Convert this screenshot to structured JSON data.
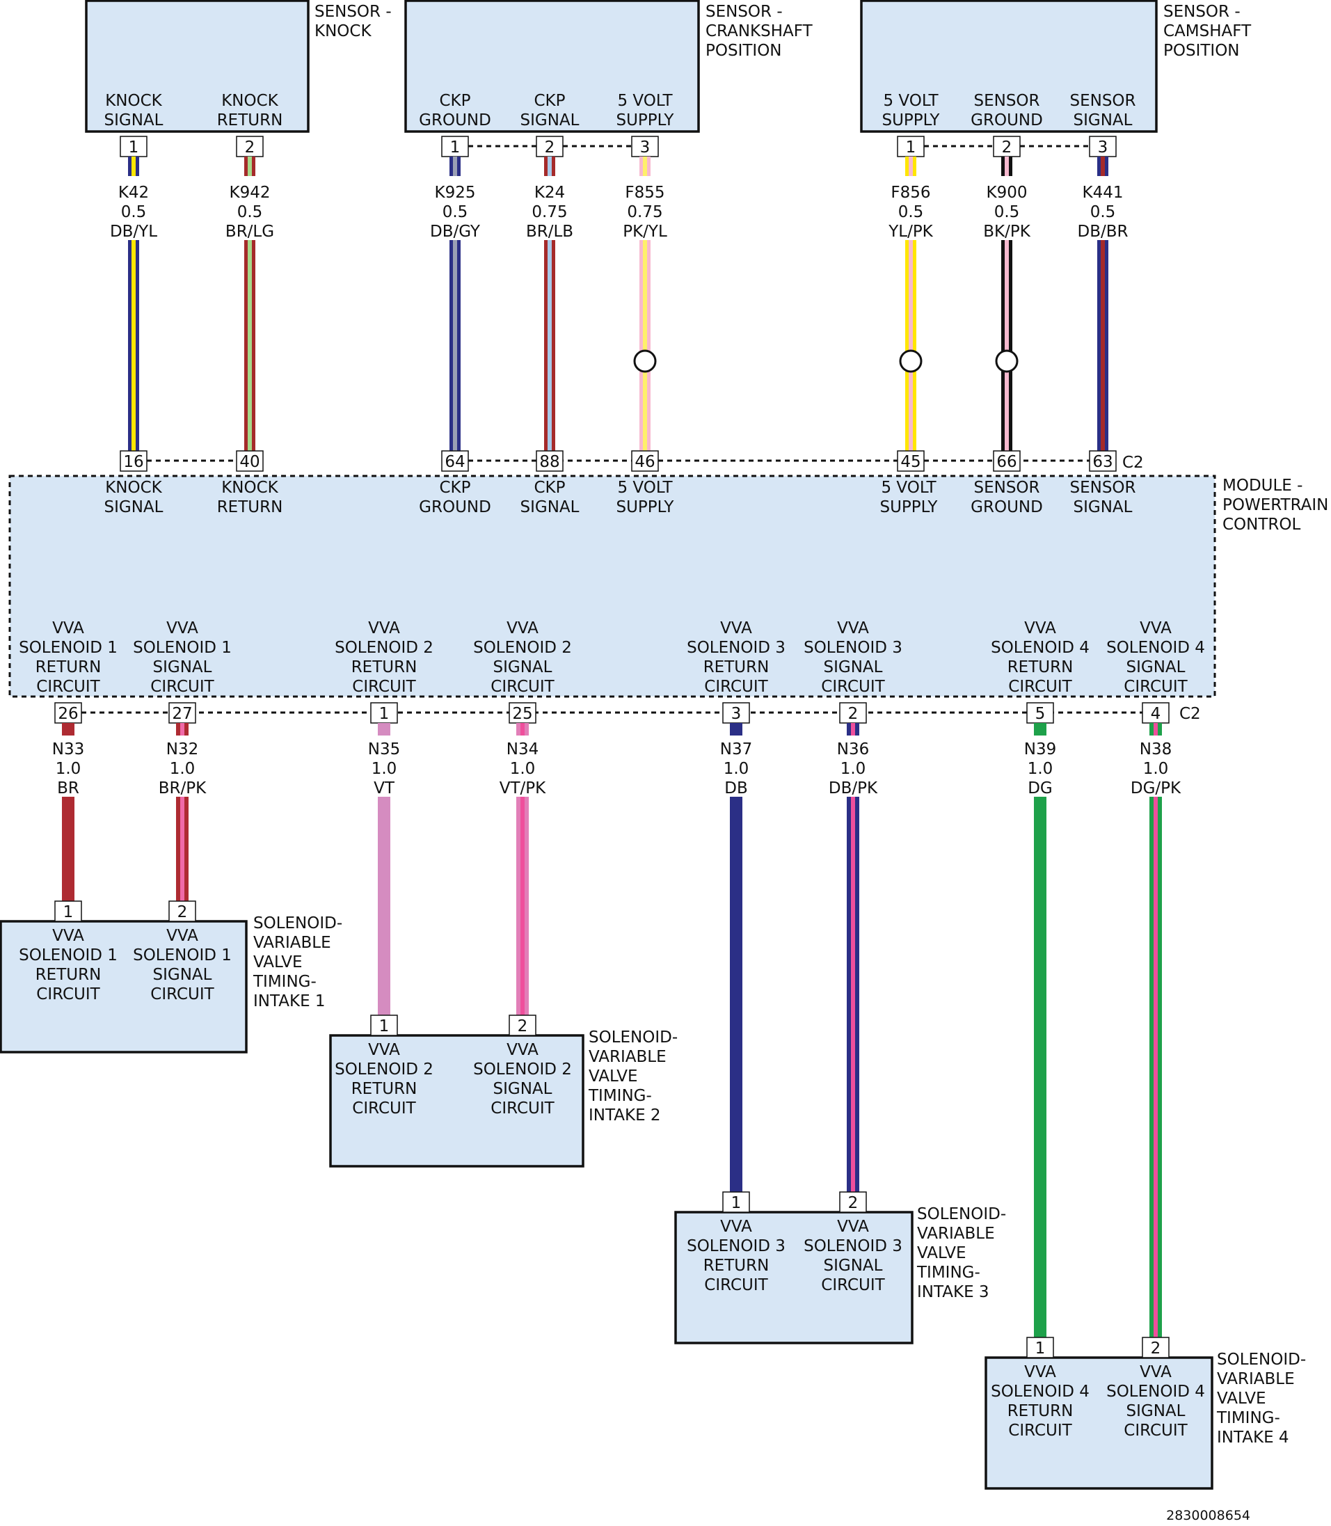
{
  "components": {
    "knock_sensor": {
      "name": [
        "SENSOR -",
        "KNOCK"
      ],
      "pins": [
        [
          "KNOCK",
          "SIGNAL"
        ],
        [
          "KNOCK",
          "RETURN"
        ]
      ]
    },
    "ckp_sensor": {
      "name": [
        "SENSOR -",
        "CRANKSHAFT",
        "POSITION"
      ],
      "pins": [
        [
          "CKP",
          "GROUND"
        ],
        [
          "CKP",
          "SIGNAL"
        ],
        [
          "5 VOLT",
          "SUPPLY"
        ]
      ]
    },
    "cmp_sensor": {
      "name": [
        "SENSOR -",
        "CAMSHAFT",
        "POSITION"
      ],
      "pins": [
        [
          "5 VOLT",
          "SUPPLY"
        ],
        [
          "SENSOR",
          "GROUND"
        ],
        [
          "SENSOR",
          "SIGNAL"
        ]
      ]
    },
    "pcm": {
      "name": [
        "MODULE -",
        "POWERTRAIN",
        "CONTROL"
      ],
      "top_connector": "C2",
      "bottom_connector": "C2",
      "top_pins": [
        [
          "KNOCK",
          "SIGNAL"
        ],
        [
          "KNOCK",
          "RETURN"
        ],
        [
          "CKP",
          "GROUND"
        ],
        [
          "CKP",
          "SIGNAL"
        ],
        [
          "5 VOLT",
          "SUPPLY"
        ],
        [
          "5 VOLT",
          "SUPPLY"
        ],
        [
          "SENSOR",
          "GROUND"
        ],
        [
          "SENSOR",
          "SIGNAL"
        ]
      ],
      "bottom_pins": [
        [
          "VVA",
          "SOLENOID 1",
          "RETURN",
          "CIRCUIT"
        ],
        [
          "VVA",
          "SOLENOID 1",
          "SIGNAL",
          "CIRCUIT"
        ],
        [
          "VVA",
          "SOLENOID 2",
          "RETURN",
          "CIRCUIT"
        ],
        [
          "VVA",
          "SOLENOID 2",
          "SIGNAL",
          "CIRCUIT"
        ],
        [
          "VVA",
          "SOLENOID 3",
          "RETURN",
          "CIRCUIT"
        ],
        [
          "VVA",
          "SOLENOID 3",
          "SIGNAL",
          "CIRCUIT"
        ],
        [
          "VVA",
          "SOLENOID 4",
          "RETURN",
          "CIRCUIT"
        ],
        [
          "VVA",
          "SOLENOID 4",
          "SIGNAL",
          "CIRCUIT"
        ]
      ]
    },
    "solenoids": [
      {
        "name": [
          "SOLENOID-",
          "VARIABLE",
          "VALVE",
          "TIMING-",
          "INTAKE 1"
        ],
        "pins": [
          [
            "VVA",
            "SOLENOID 1",
            "RETURN",
            "CIRCUIT"
          ],
          [
            "VVA",
            "SOLENOID 1",
            "SIGNAL",
            "CIRCUIT"
          ]
        ]
      },
      {
        "name": [
          "SOLENOID-",
          "VARIABLE",
          "VALVE",
          "TIMING-",
          "INTAKE 2"
        ],
        "pins": [
          [
            "VVA",
            "SOLENOID 2",
            "RETURN",
            "CIRCUIT"
          ],
          [
            "VVA",
            "SOLENOID 2",
            "SIGNAL",
            "CIRCUIT"
          ]
        ]
      },
      {
        "name": [
          "SOLENOID-",
          "VARIABLE",
          "VALVE",
          "TIMING-",
          "INTAKE 3"
        ],
        "pins": [
          [
            "VVA",
            "SOLENOID 3",
            "RETURN",
            "CIRCUIT"
          ],
          [
            "VVA",
            "SOLENOID 3",
            "SIGNAL",
            "CIRCUIT"
          ]
        ]
      },
      {
        "name": [
          "SOLENOID-",
          "VARIABLE",
          "VALVE",
          "TIMING-",
          "INTAKE 4"
        ],
        "pins": [
          [
            "VVA",
            "SOLENOID 4",
            "RETURN",
            "CIRCUIT"
          ],
          [
            "VVA",
            "SOLENOID 4",
            "SIGNAL",
            "CIRCUIT"
          ]
        ]
      }
    ]
  },
  "upper_wires": [
    {
      "circuit": "K42",
      "gauge": "0.5",
      "color_code": "DB/YL",
      "sensor_pin": "1",
      "pcm_pin": "16",
      "base_color": "#2b2f86",
      "stripe_color": "#ffe600",
      "splice": false
    },
    {
      "circuit": "K942",
      "gauge": "0.5",
      "color_code": "BR/LG",
      "sensor_pin": "2",
      "pcm_pin": "40",
      "base_color": "#a52a2a",
      "stripe_color": "#a8d88a",
      "splice": false
    },
    {
      "circuit": "K925",
      "gauge": "0.5",
      "color_code": "DB/GY",
      "sensor_pin": "1",
      "pcm_pin": "64",
      "base_color": "#2b2f86",
      "stripe_color": "#9a9fb5",
      "splice": false
    },
    {
      "circuit": "K24",
      "gauge": "0.75",
      "color_code": "BR/LB",
      "sensor_pin": "2",
      "pcm_pin": "88",
      "base_color": "#a52a2a",
      "stripe_color": "#a9c9e8",
      "splice": false
    },
    {
      "circuit": "F855",
      "gauge": "0.75",
      "color_code": "PK/YL",
      "sensor_pin": "3",
      "pcm_pin": "46",
      "base_color": "#f7b9cf",
      "stripe_color": "#fff06a",
      "splice": true
    },
    {
      "circuit": "F856",
      "gauge": "0.5",
      "color_code": "YL/PK",
      "sensor_pin": "1",
      "pcm_pin": "45",
      "base_color": "#ffe600",
      "stripe_color": "#f7b9cf",
      "splice": true
    },
    {
      "circuit": "K900",
      "gauge": "0.5",
      "color_code": "BK/PK",
      "sensor_pin": "2",
      "pcm_pin": "66",
      "base_color": "#111111",
      "stripe_color": "#f7b9cf",
      "splice": true
    },
    {
      "circuit": "K441",
      "gauge": "0.5",
      "color_code": "DB/BR",
      "sensor_pin": "3",
      "pcm_pin": "63",
      "base_color": "#2b2f86",
      "stripe_color": "#a52a2a",
      "splice": false
    }
  ],
  "lower_wires": [
    {
      "circuit": "N33",
      "gauge": "1.0",
      "color_code": "BR",
      "pcm_pin": "26",
      "solenoid_pin": "1",
      "base_color": "#ae2b32",
      "stripe_color": ""
    },
    {
      "circuit": "N32",
      "gauge": "1.0",
      "color_code": "BR/PK",
      "pcm_pin": "27",
      "solenoid_pin": "2",
      "base_color": "#ae2b32",
      "stripe_color": "#f06aa8"
    },
    {
      "circuit": "N35",
      "gauge": "1.0",
      "color_code": "VT",
      "pcm_pin": "1",
      "solenoid_pin": "1",
      "base_color": "#d58cc0",
      "stripe_color": ""
    },
    {
      "circuit": "N34",
      "gauge": "1.0",
      "color_code": "VT/PK",
      "pcm_pin": "25",
      "solenoid_pin": "2",
      "base_color": "#e27fb8",
      "stripe_color": "#ef4f9c"
    },
    {
      "circuit": "N37",
      "gauge": "1.0",
      "color_code": "DB",
      "pcm_pin": "3",
      "solenoid_pin": "1",
      "base_color": "#2b2f86",
      "stripe_color": ""
    },
    {
      "circuit": "N36",
      "gauge": "1.0",
      "color_code": "DB/PK",
      "pcm_pin": "2",
      "solenoid_pin": "2",
      "base_color": "#2b2f86",
      "stripe_color": "#ef4f9c"
    },
    {
      "circuit": "N39",
      "gauge": "1.0",
      "color_code": "DG",
      "pcm_pin": "5",
      "solenoid_pin": "1",
      "base_color": "#1ea14a",
      "stripe_color": ""
    },
    {
      "circuit": "N38",
      "gauge": "1.0",
      "color_code": "DG/PK",
      "pcm_pin": "4",
      "solenoid_pin": "2",
      "base_color": "#1ea14a",
      "stripe_color": "#ef4f9c"
    }
  ],
  "figure_id": "2830008654"
}
